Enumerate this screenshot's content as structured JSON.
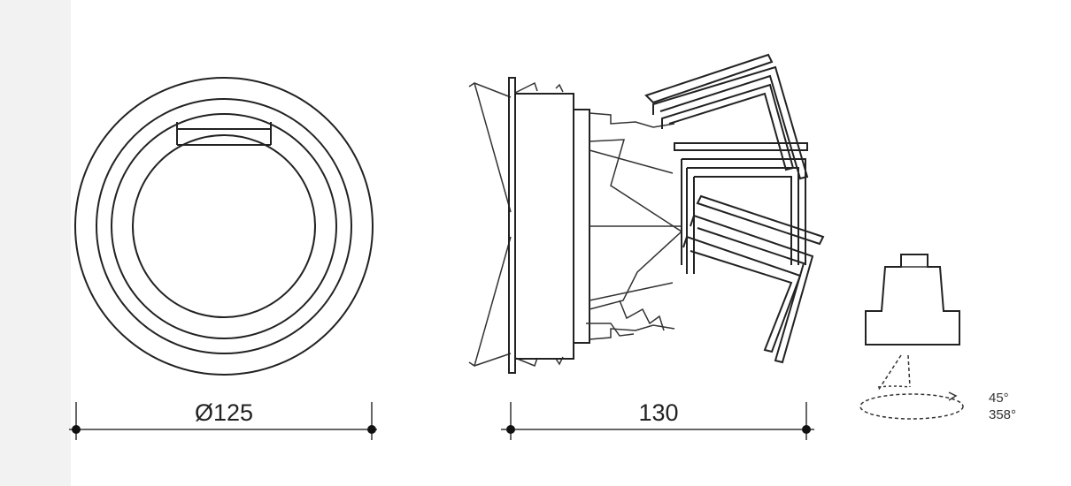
{
  "front_view": {
    "diameter_label": "Ø125"
  },
  "side_view": {
    "depth_label": "130"
  },
  "rotation": {
    "tilt_angle": "45°",
    "rotation_angle": "358°"
  }
}
